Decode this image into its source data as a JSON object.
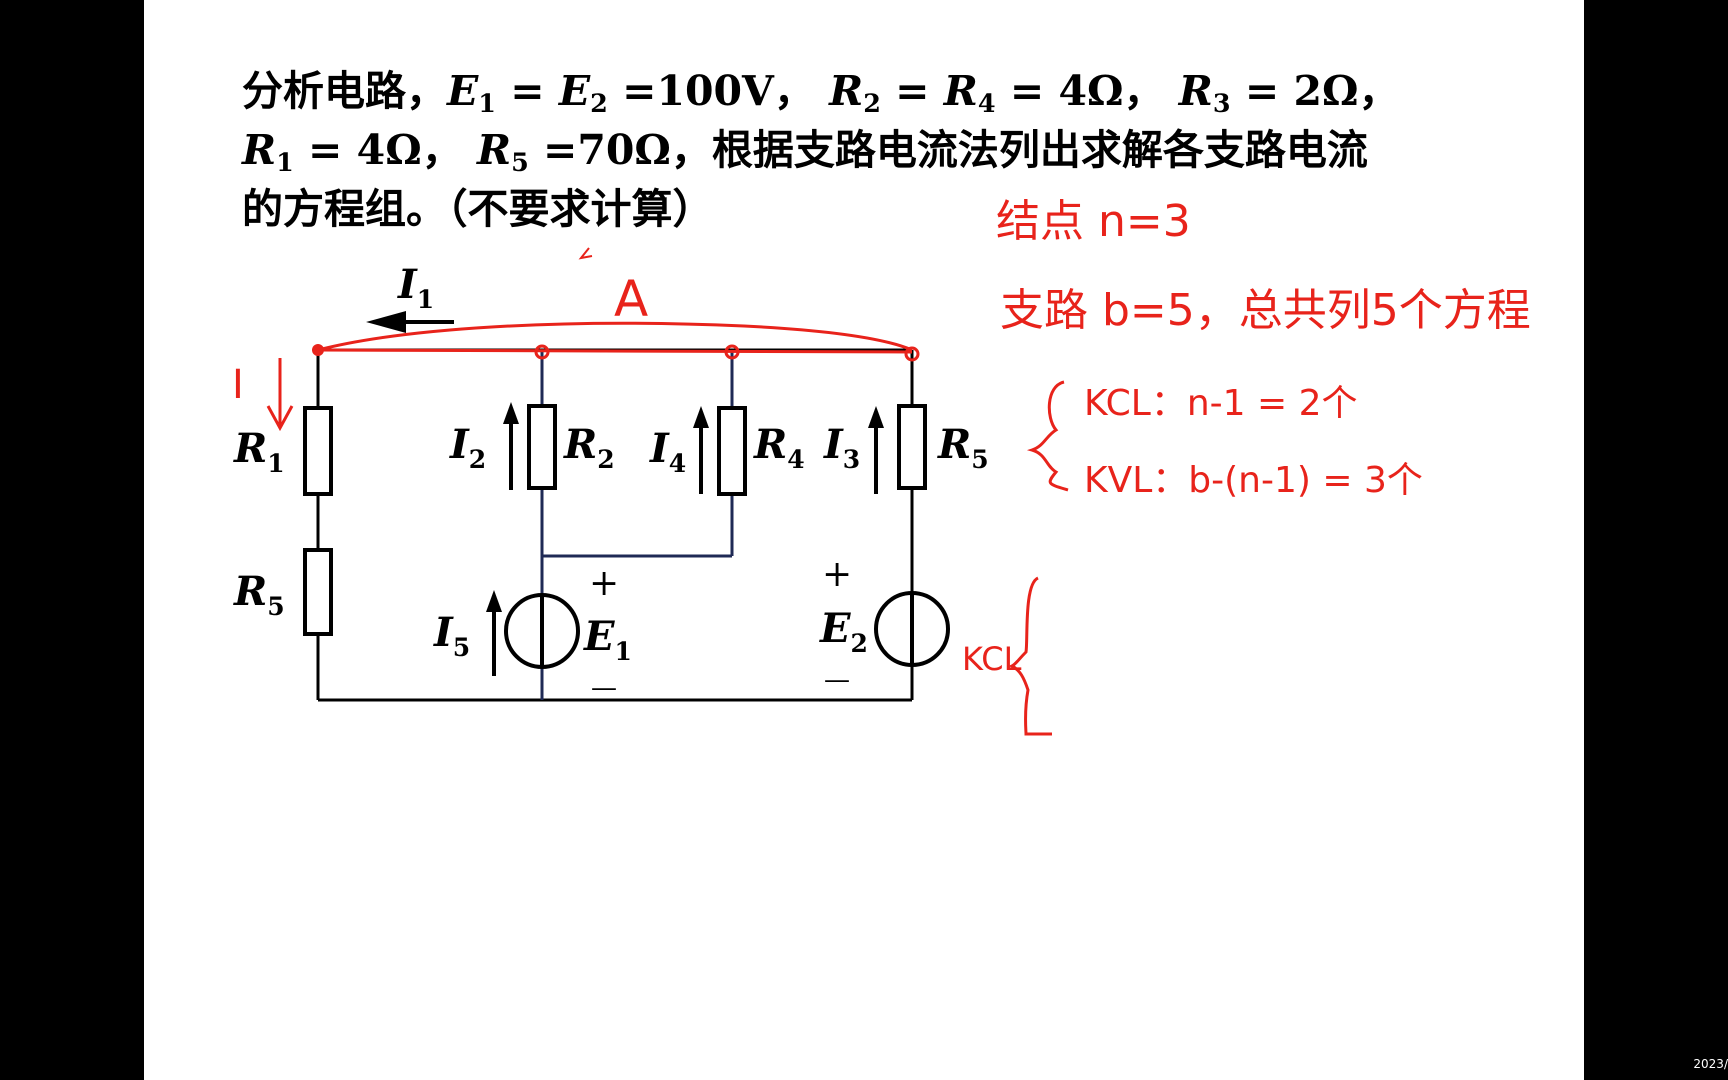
{
  "problem": {
    "line1": {
      "t1": "分析电路，",
      "e1_sym": "E",
      "e1_sub": "1",
      "t2": " = ",
      "e2_sym": "E",
      "e2_sub": "2",
      "t3": " =100V，",
      "r2_sym": "R",
      "r2_sub": "2",
      "t4": " = ",
      "r4_sym": "R",
      "r4_sub": "4",
      "t5": " = 4Ω，",
      "r3_sym": "R",
      "r3_sub": "3",
      "t6": " = 2Ω，"
    },
    "line2": {
      "r1_sym": "R",
      "r1_sub": "1",
      "t1": " = 4Ω，",
      "r5_sym": "R",
      "r5_sub": "5",
      "t2": " =70Ω，根据支路电流法列出求解各支路电流"
    },
    "line3": {
      "t1": "的方程组。（不要求计算）"
    }
  },
  "circuit": {
    "labels": {
      "I1": {
        "sym": "I",
        "sub": "1"
      },
      "I2": {
        "sym": "I",
        "sub": "2"
      },
      "I3": {
        "sym": "I",
        "sub": "3"
      },
      "I4": {
        "sym": "I",
        "sub": "4"
      },
      "I5": {
        "sym": "I",
        "sub": "5"
      },
      "R1": {
        "sym": "R",
        "sub": "1"
      },
      "R2": {
        "sym": "R",
        "sub": "2"
      },
      "R4": {
        "sym": "R",
        "sub": "4"
      },
      "R5_right": {
        "sym": "R",
        "sub": "5"
      },
      "R5_left": {
        "sym": "R",
        "sub": "5"
      },
      "E1": {
        "sym": "E",
        "sub": "1"
      },
      "E2": {
        "sym": "E",
        "sub": "2"
      },
      "plus": "+",
      "minus": "—"
    }
  },
  "annotations": {
    "color": "#e8231b",
    "node_label": "A",
    "current_I": "I",
    "nodes": "结点 n=3",
    "branches": "支路 b=5，总共列5个方程",
    "kcl": "KCL：n-1 = 2个",
    "kvl": "KVL：b-(n-1) = 3个",
    "kcl_side": "KCL"
  },
  "footer": {
    "timestamp": "2023/"
  }
}
